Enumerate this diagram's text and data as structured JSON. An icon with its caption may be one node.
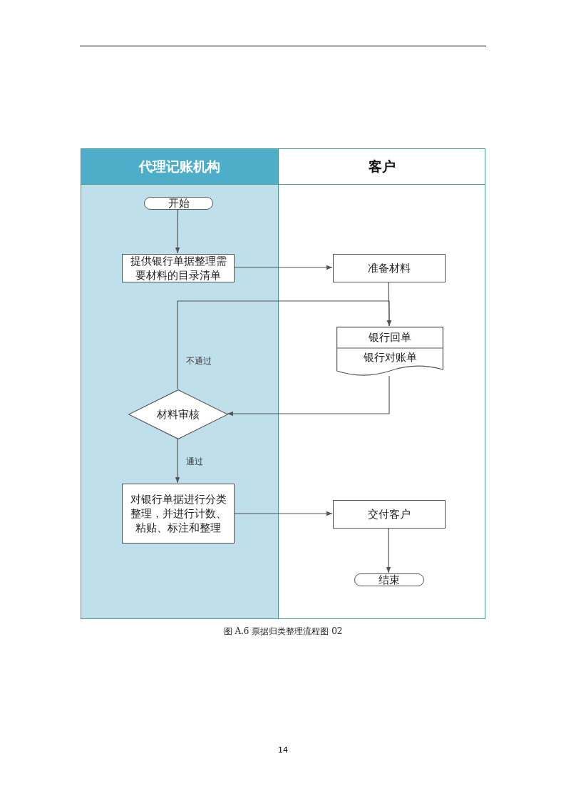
{
  "diagram": {
    "caption": "图 A.6 票据归类整理流程图 02",
    "nodes": [
      {
        "text": [
          "代理记账机构"
        ]
      },
      {
        "text": [
          "客户"
        ]
      },
      {
        "text": [
          "开始"
        ],
        "in": 0
      },
      {
        "text": [
          "提供银行单据整理需要材料的目录清单"
        ],
        "in": 0
      },
      {
        "text": [
          "准备材料"
        ],
        "in": 1
      },
      {
        "text": [
          "银行回单",
          "银行对账单"
        ],
        "in": 1
      },
      {
        "text": [
          "材料审核"
        ],
        "in": 0
      },
      {
        "text": [
          "对银行单据进行分类整理，并进行计数、粘贴、标注和整理"
        ],
        "in": 0
      },
      {
        "text": [
          "交付客户"
        ],
        "in": 1
      },
      {
        "text": [
          "结束"
        ],
        "in": 1
      }
    ],
    "edges": [
      {
        "from": 2,
        "to": 3,
        "arrow": "to"
      },
      {
        "from": 3,
        "to": 4,
        "arrow": "to"
      },
      {
        "from": 4,
        "to": 5,
        "arrow": "to"
      },
      {
        "from": 5,
        "to": 6,
        "arrow": "to"
      },
      {
        "from": 6,
        "to": 5,
        "arrow": "to",
        "label": "不通过"
      },
      {
        "from": 6,
        "to": 7,
        "arrow": "to",
        "label": "通过"
      },
      {
        "from": 7,
        "to": 8,
        "arrow": "to"
      },
      {
        "from": 8,
        "to": 9,
        "arrow": "to"
      }
    ],
    "labels": [
      "14"
    ]
  }
}
